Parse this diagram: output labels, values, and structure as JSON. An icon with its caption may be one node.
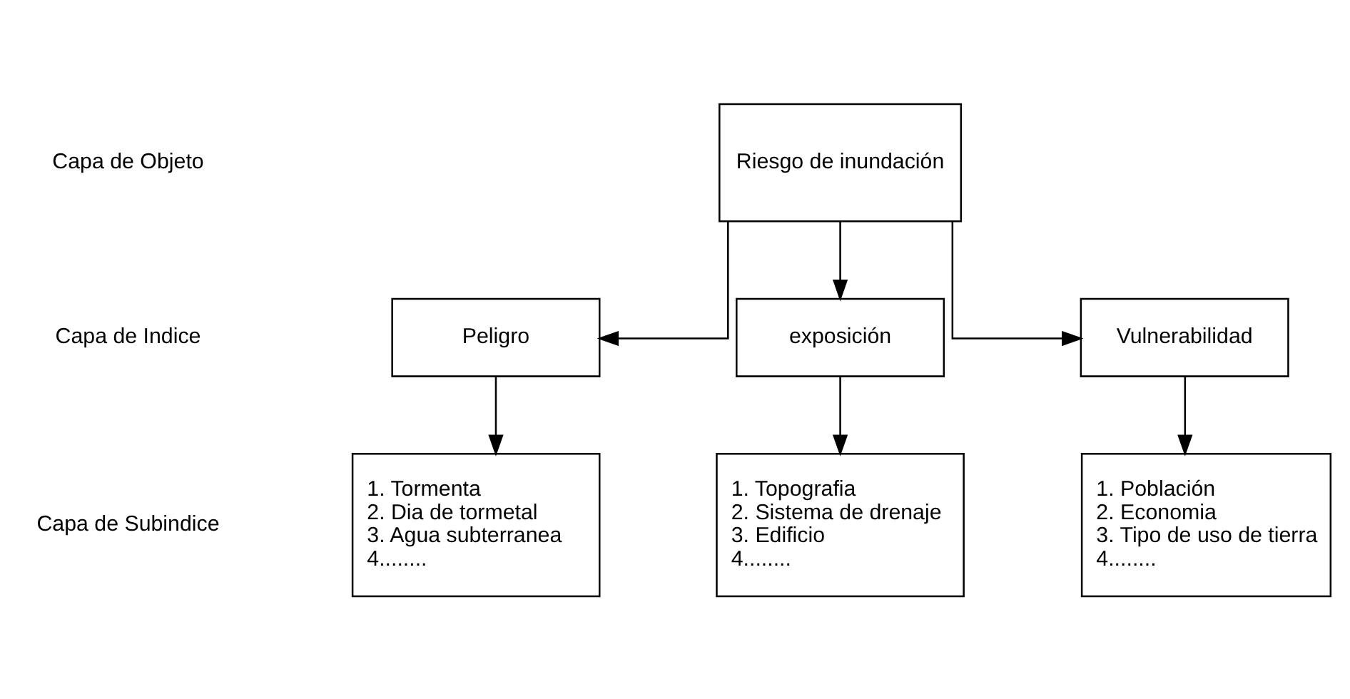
{
  "diagram": {
    "nodes": [
      {
        "text": [
          "Riesgo de inundación"
        ]
      },
      {
        "text": [
          "Peligro"
        ]
      },
      {
        "text": [
          "exposición"
        ]
      },
      {
        "text": [
          "Vulnerabilidad"
        ]
      },
      {
        "text": [
          "1. Tormenta",
          "2. Dia de tormetal",
          "3. Agua subterranea",
          "4........"
        ]
      },
      {
        "text": [
          "1. Topografia",
          "2. Sistema de drenaje",
          "3. Edificio",
          "4........"
        ]
      },
      {
        "text": [
          "1. Población",
          "2. Economia",
          "3. Tipo de uso de tierra",
          "4........"
        ]
      }
    ],
    "edges": [
      {
        "from": 0,
        "to": 1,
        "arrow": "to"
      },
      {
        "from": 0,
        "to": 2,
        "arrow": "to"
      },
      {
        "from": 0,
        "to": 3,
        "arrow": "to"
      },
      {
        "from": 1,
        "to": 4,
        "arrow": "to"
      },
      {
        "from": 2,
        "to": 5,
        "arrow": "to"
      },
      {
        "from": 3,
        "to": 6,
        "arrow": "to"
      }
    ],
    "labels": [
      "Capa de Objeto",
      "Capa de Indice",
      "Capa de Subindice"
    ]
  }
}
